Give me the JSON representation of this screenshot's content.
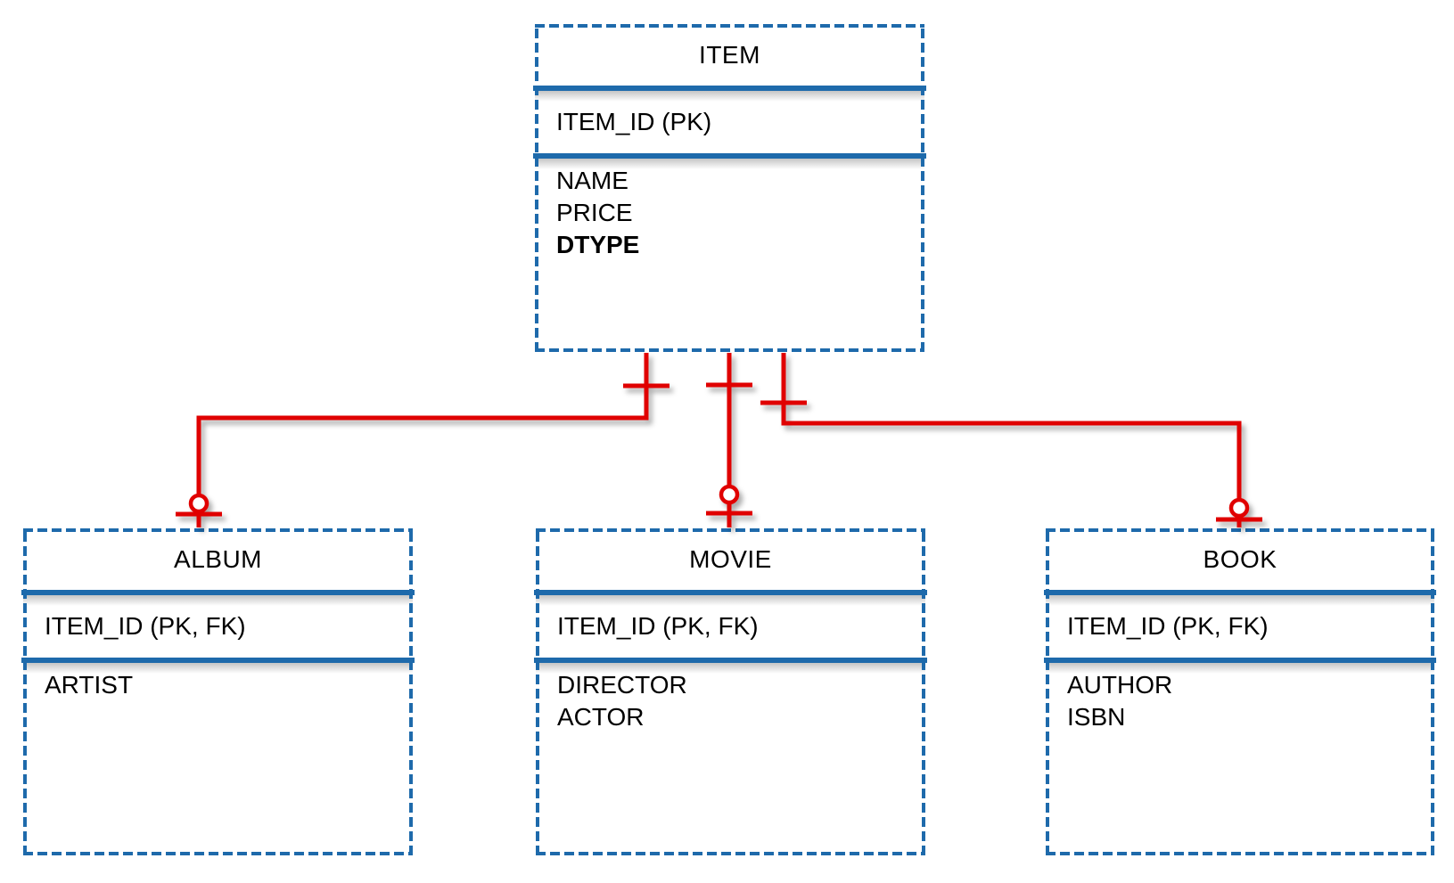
{
  "diagram": {
    "kind": "entity-relationship-diagram",
    "colors": {
      "table_border_blue": "#1e6aab",
      "connector_red": "#e00505",
      "text_black": "#000000",
      "background_white": "#ffffff"
    },
    "tables": {
      "item": {
        "title": "ITEM",
        "key_field": "ITEM_ID (PK)",
        "attributes": [
          "NAME",
          "PRICE",
          "DTYPE"
        ]
      },
      "album": {
        "title": "ALBUM",
        "key_field": "ITEM_ID (PK, FK)",
        "attributes": [
          "ARTIST"
        ]
      },
      "movie": {
        "title": "MOVIE",
        "key_field": "ITEM_ID (PK, FK)",
        "attributes": [
          "DIRECTOR",
          "ACTOR"
        ]
      },
      "book": {
        "title": "BOOK",
        "key_field": "ITEM_ID (PK, FK)",
        "attributes": [
          "AUTHOR",
          "ISBN"
        ]
      }
    },
    "relationships": [
      {
        "from": "ITEM",
        "to": "ALBUM",
        "from_marker": "one-mandatory",
        "to_marker": "zero-or-one"
      },
      {
        "from": "ITEM",
        "to": "MOVIE",
        "from_marker": "one-mandatory",
        "to_marker": "zero-or-one"
      },
      {
        "from": "ITEM",
        "to": "BOOK",
        "from_marker": "one-mandatory",
        "to_marker": "zero-or-one"
      }
    ]
  }
}
